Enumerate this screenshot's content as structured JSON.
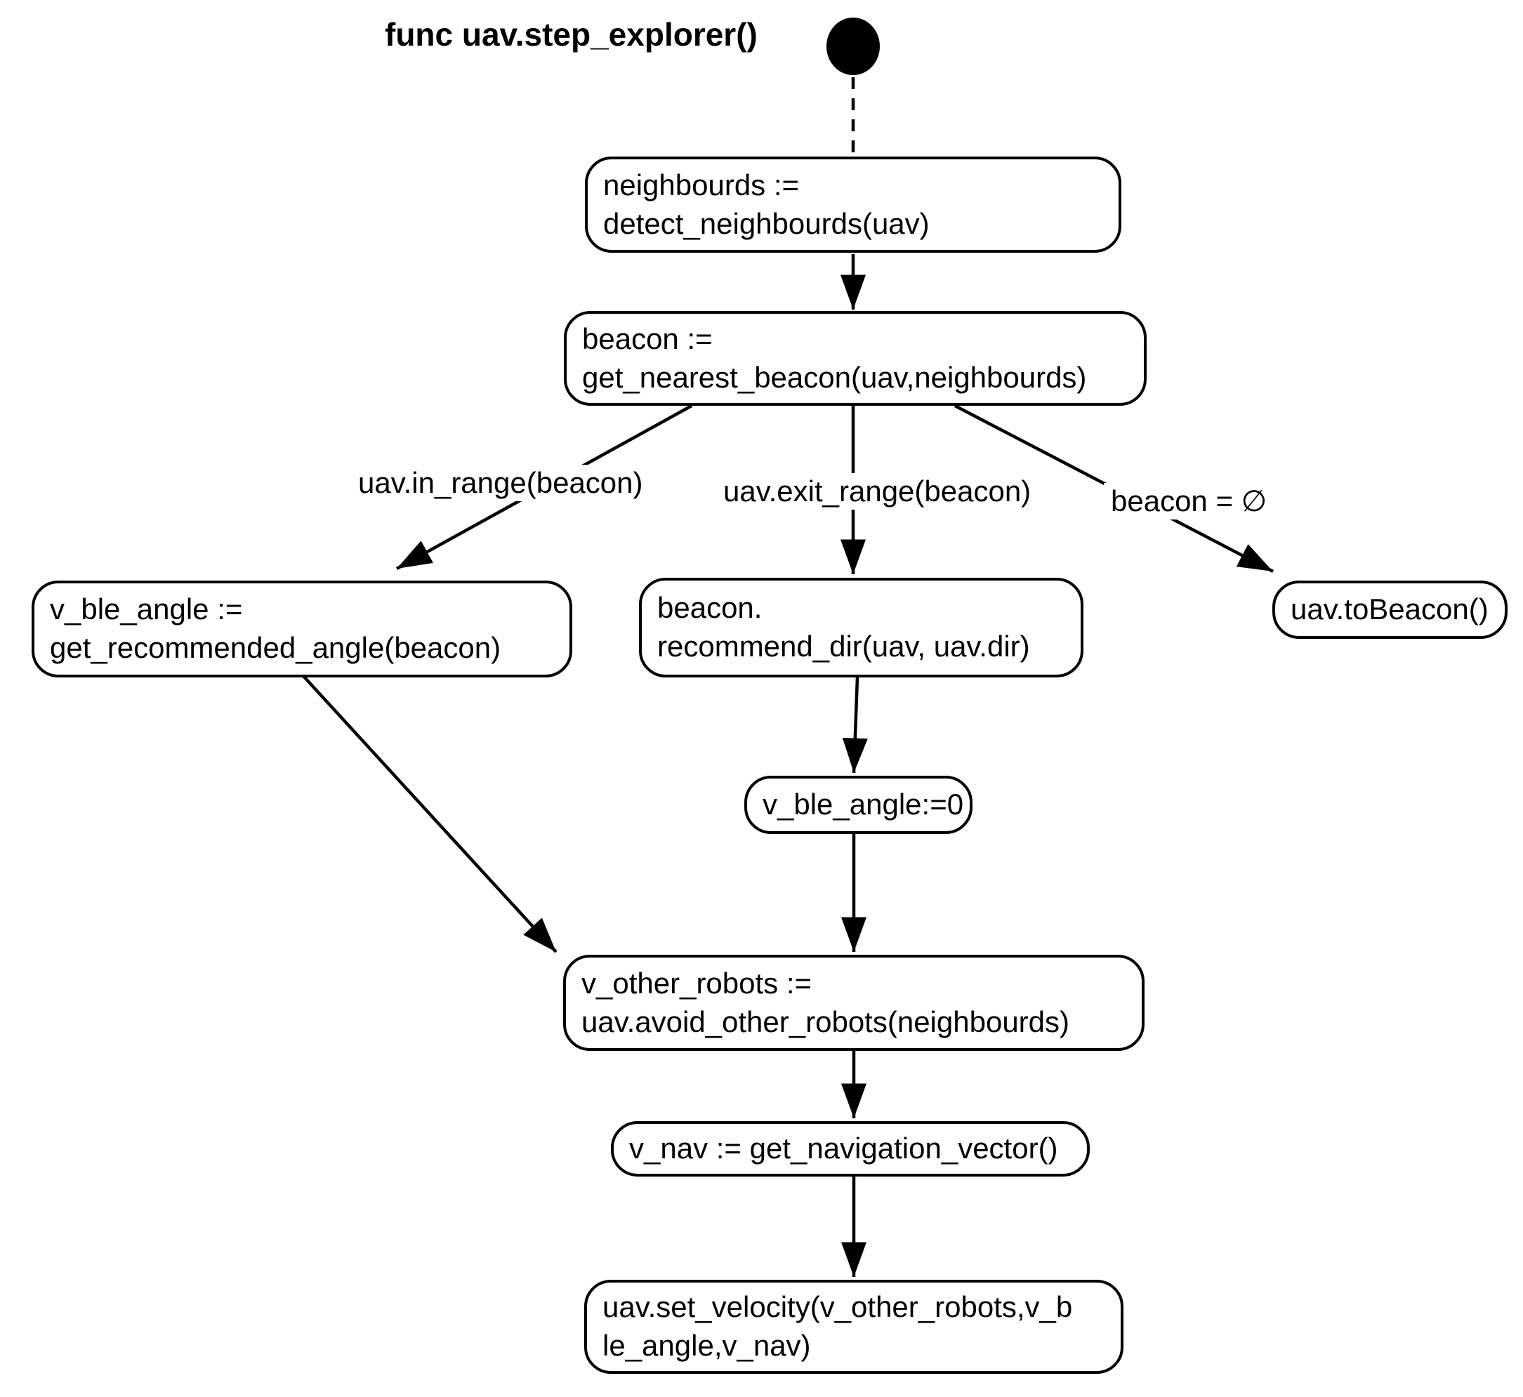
{
  "title": "func uav.step_explorer()",
  "nodes": {
    "detect_neighbours": {
      "text": "neighbourds :=\ndetect_neighbourds(uav)"
    },
    "get_nearest_beacon": {
      "text": "beacon :=\nget_nearest_beacon(uav,neighbourds)"
    },
    "get_recommended_angle": {
      "text": "v_ble_angle :=\nget_recommended_angle(beacon)"
    },
    "recommend_dir": {
      "text": "beacon.\nrecommend_dir(uav, uav.dir)"
    },
    "to_beacon": {
      "text": "uav.toBeacon()"
    },
    "ble_angle_zero": {
      "text": "v_ble_angle:=0"
    },
    "avoid_other_robots": {
      "text": "v_other_robots :=\nuav.avoid_other_robots(neighbourds)"
    },
    "navigation_vector": {
      "text": "v_nav := get_navigation_vector()"
    },
    "set_velocity": {
      "text": "uav.set_velocity(v_other_robots,v_b\nle_angle,v_nav)"
    }
  },
  "edge_labels": {
    "in_range": "uav.in_range(beacon)",
    "exit_range": "uav.exit_range(beacon)",
    "beacon_empty": "beacon = ∅"
  },
  "colors": {
    "stroke": "#000000",
    "background": "#ffffff"
  }
}
